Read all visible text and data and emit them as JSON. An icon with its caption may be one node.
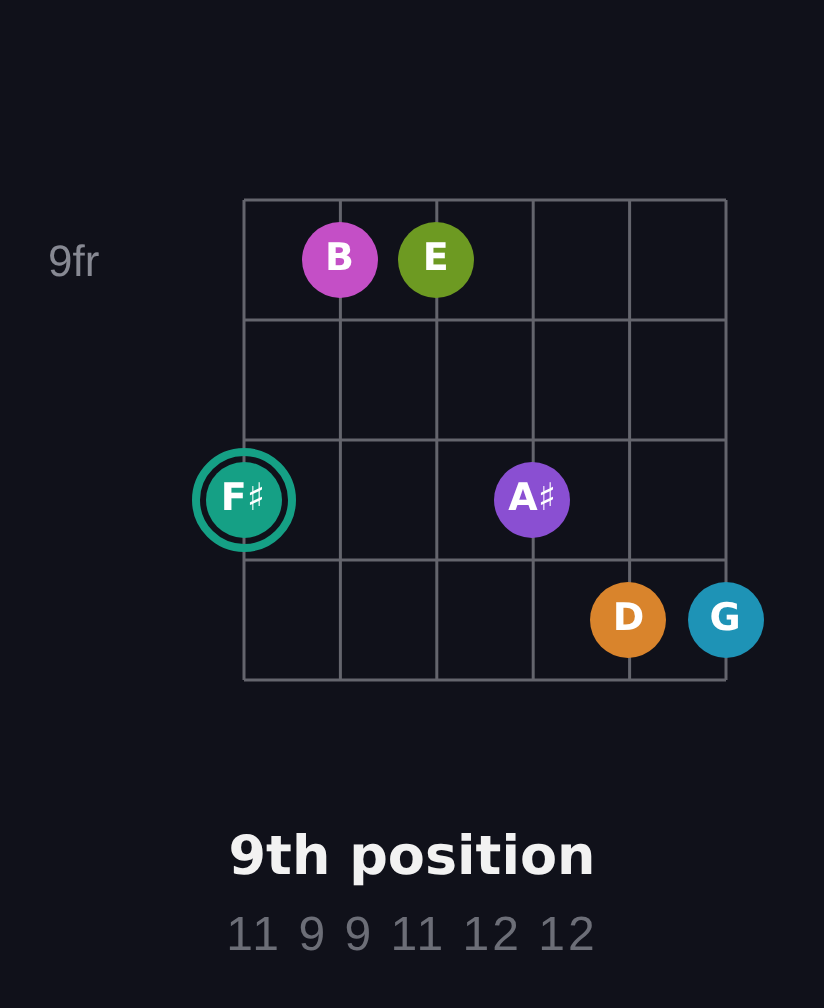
{
  "diagram": {
    "title": "9th position",
    "caption": "11 9 9 11 12 12",
    "nodes": [
      {
        "text": [
          "B"
        ]
      },
      {
        "text": [
          "E"
        ]
      },
      {
        "text": [
          "F♯"
        ]
      },
      {
        "text": [
          "A♯"
        ]
      },
      {
        "text": [
          "D"
        ]
      },
      {
        "text": [
          "G"
        ]
      }
    ],
    "labels": [
      "9fr"
    ]
  }
}
